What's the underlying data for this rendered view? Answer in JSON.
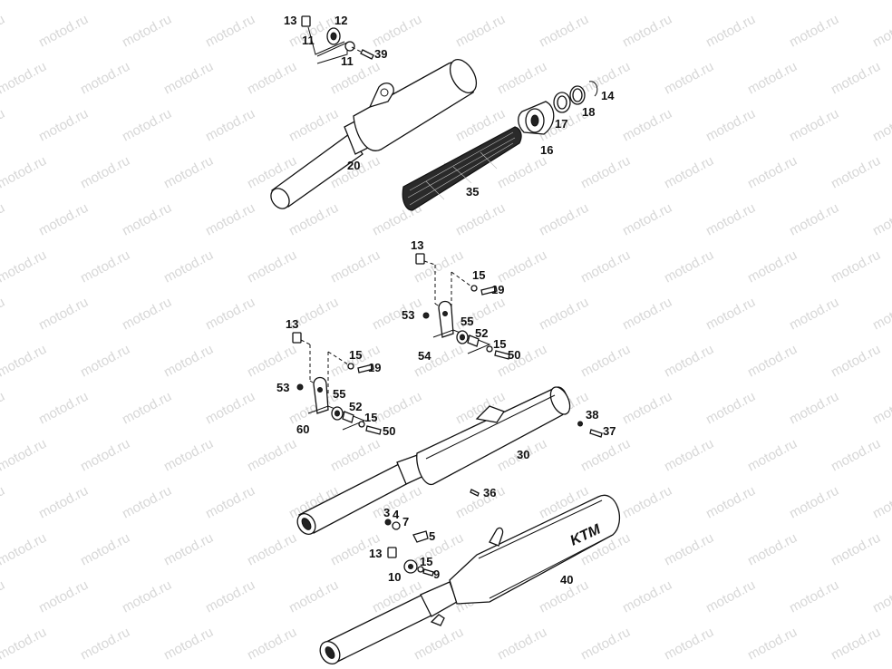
{
  "watermark": {
    "text": "motod.ru"
  },
  "callouts": {
    "c13a": "13",
    "c12": "12",
    "c11a": "11",
    "c11b": "11",
    "c39": "39",
    "c14": "14",
    "c17": "17",
    "c18": "18",
    "c16": "16",
    "c20": "20",
    "c35": "35",
    "c13b": "13",
    "c15a": "15",
    "c19a": "19",
    "c53a": "53",
    "c55a": "55",
    "c52a": "52",
    "c15b": "15",
    "c50a": "50",
    "c54": "54",
    "c13c": "13",
    "c15c": "15",
    "c19b": "19",
    "c53b": "53",
    "c55b": "55",
    "c52b": "52",
    "c15d": "15",
    "c50b": "50",
    "c60": "60",
    "c38": "38",
    "c37": "37",
    "c30": "30",
    "c36": "36",
    "c3": "3",
    "c4": "4",
    "c7": "7",
    "c5": "5",
    "c13d": "13",
    "c15e": "15",
    "c10": "10",
    "c9": "9",
    "c40": "40"
  },
  "brand_mark": "KTM"
}
